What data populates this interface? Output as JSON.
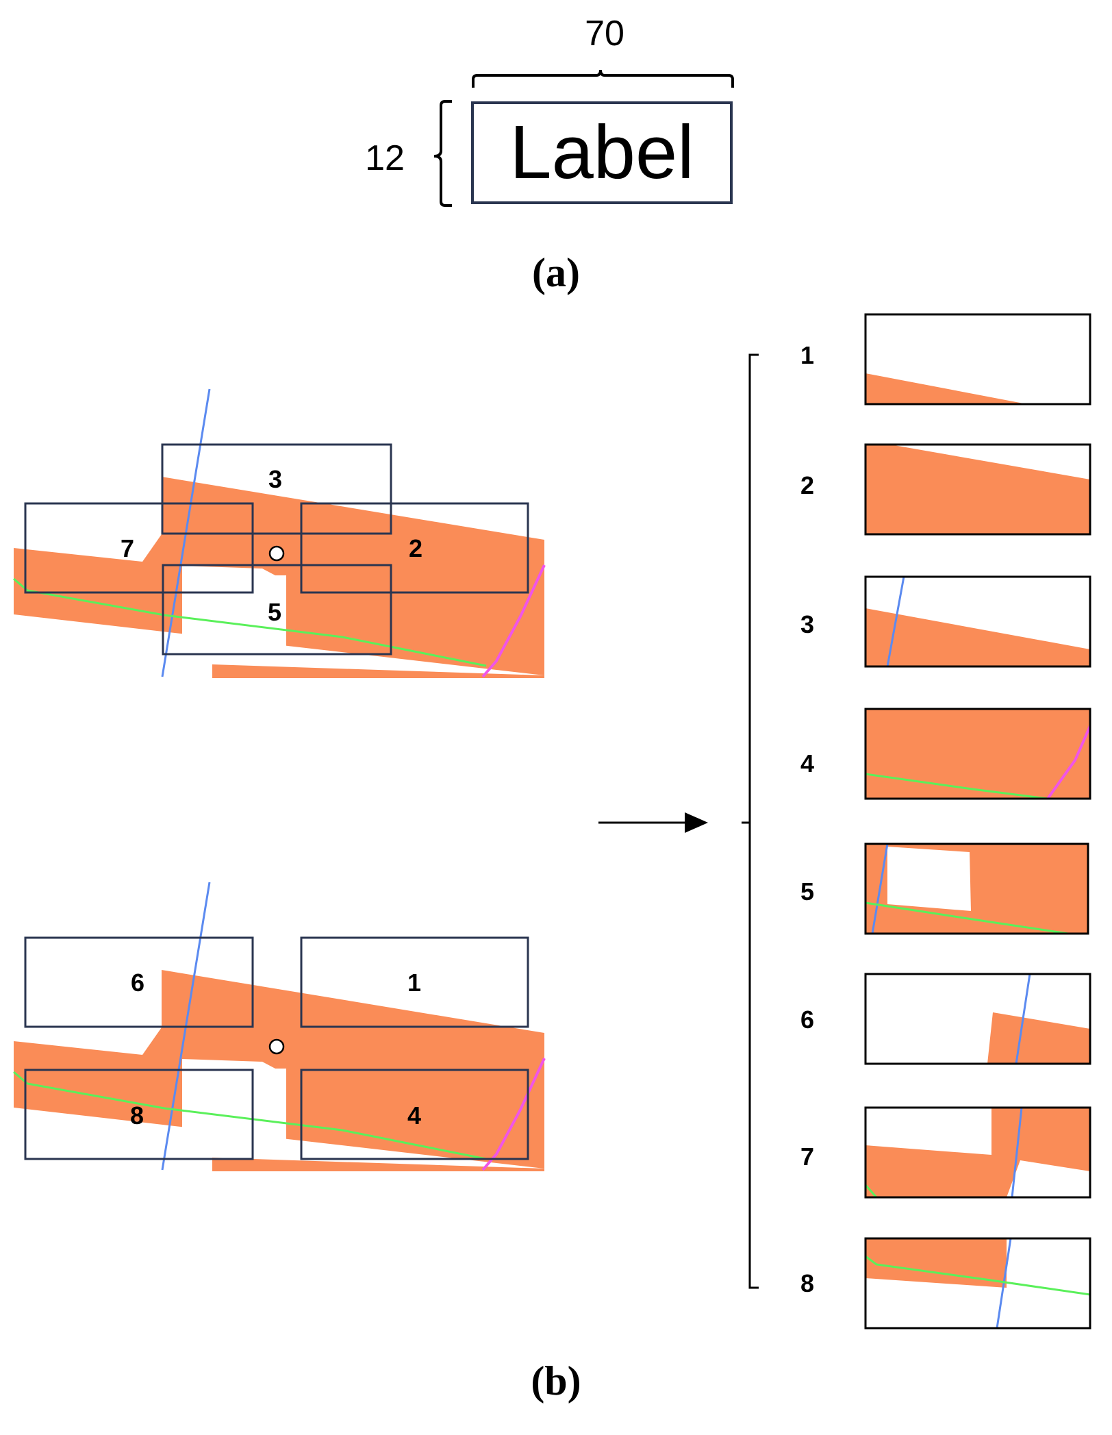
{
  "panel_a": {
    "caption": "(a)",
    "width_value": "70",
    "height_value": "12",
    "label_text": "Label"
  },
  "panel_b": {
    "caption": "(b)",
    "upper_map_numbers": [
      "3",
      "7",
      "2",
      "5"
    ],
    "lower_map_numbers": [
      "6",
      "1",
      "8",
      "4"
    ],
    "candidate_numbers": [
      "1",
      "2",
      "3",
      "4",
      "5",
      "6",
      "7",
      "8"
    ]
  },
  "colors": {
    "building": "#fa8c57",
    "box_stroke": "#2a3550",
    "road_blue": "#5b8af0",
    "road_green": "#5af05a",
    "road_magenta": "#f055e8"
  }
}
